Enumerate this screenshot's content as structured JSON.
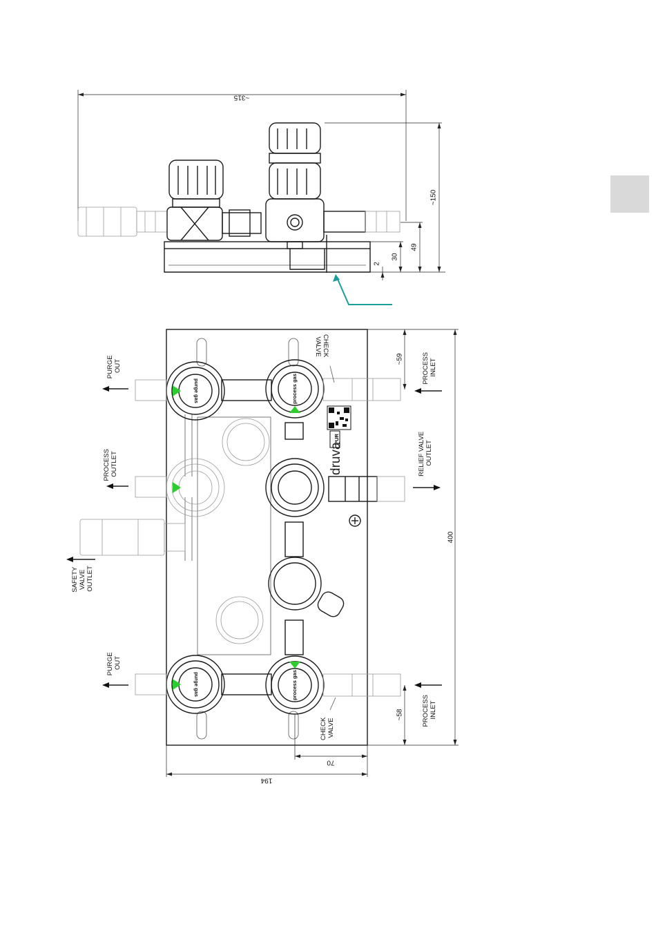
{
  "side_view": {
    "dim_overall_width": "~315",
    "dim_height": "~150",
    "dim_49": "49",
    "dim_30": "30",
    "dim_2": "2"
  },
  "front_view": {
    "dim_height": "400",
    "dim_width": "194",
    "dim_70": "70",
    "dim_top_59": "~59",
    "dim_bottom_58": "~58",
    "labels": {
      "purge_out": [
        "PURGE",
        "OUT"
      ],
      "process_outlet": [
        "PROCESS",
        "OUTLET"
      ],
      "safety_valve_outlet": [
        "SAFETY",
        "VALVE",
        "OUTLET"
      ],
      "check_valve": [
        "CHECK",
        "VALVE"
      ],
      "process_inlet": [
        "PROCESS",
        "INLET"
      ],
      "relief_valve_outlet": [
        "RELIEF VALVE",
        "OUTLET"
      ]
    },
    "knob_labels": {
      "purge_gas": "purge gas",
      "process_gas": "process gas"
    },
    "brand": "druva",
    "brand_badge": "PUR"
  },
  "colors": {
    "line": "#1a1a1a",
    "indicator_green": "#2ecc2e",
    "callout_teal": "#1a9e9a",
    "tab_gray": "#d9d9d9"
  }
}
